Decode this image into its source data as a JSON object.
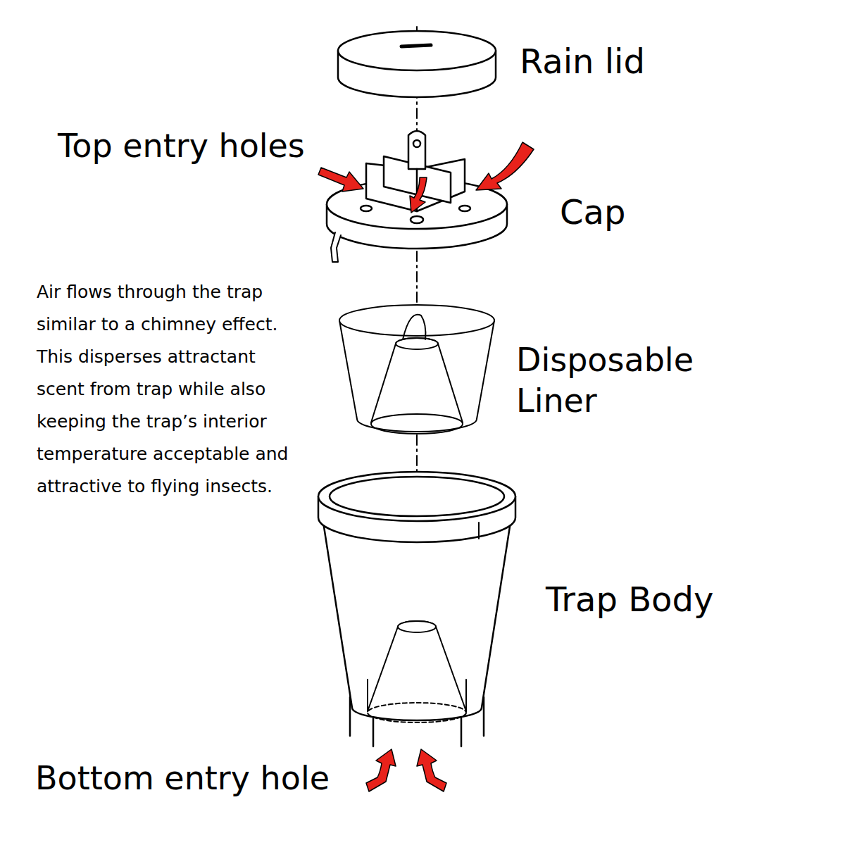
{
  "diagram": {
    "labels": [
      "Rain lid",
      "Top entry holes",
      "Cap",
      "Air flows through the trap similar to a chimney effect. This disperses attractant scent from trap while also keeping the trap’s interior temperature acceptable and attractive to flying insects.",
      "Disposable Liner",
      "Trap Body",
      "Bottom entry hole"
    ]
  }
}
